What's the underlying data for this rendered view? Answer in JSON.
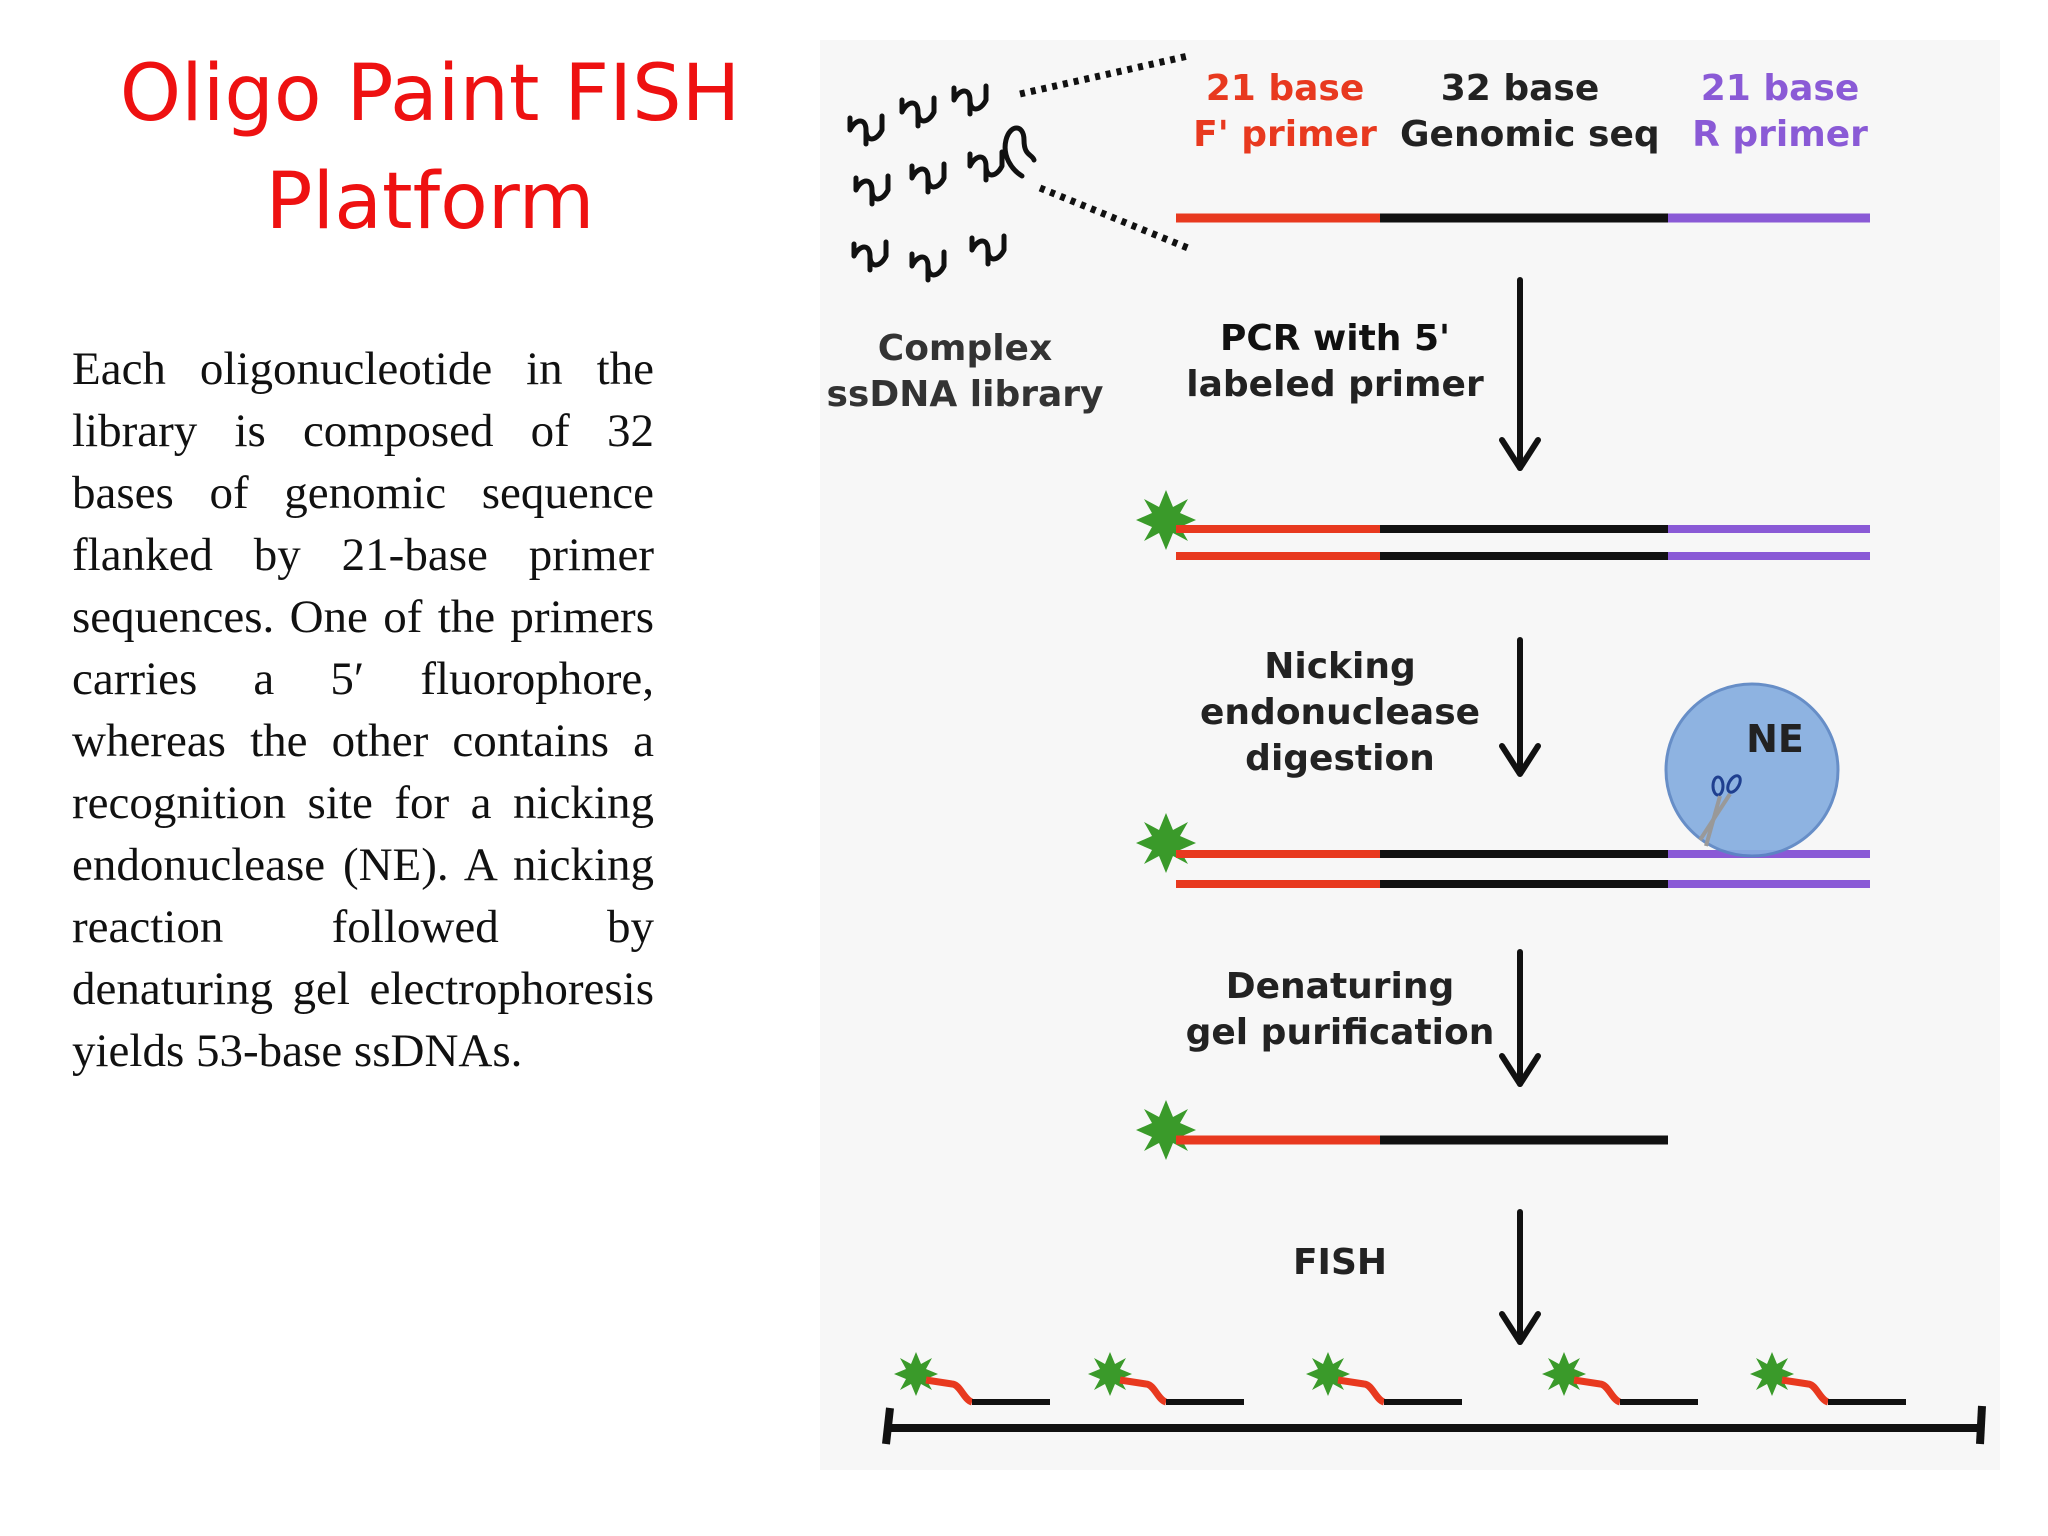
{
  "title": {
    "line1": "Oligo Paint FISH",
    "line2": "Platform"
  },
  "description": "Each oligonucleotide in the library is composed of 32 bases of genomic sequence flanked by 21-base primer sequences. One of the primers carries a 5′ fluorophore, whereas the other contains a recognition site for a nicking endonuclease (NE). A nicking reaction followed by denaturing gel electrophoresis yields 53-base ssDNAs.",
  "diagram": {
    "segments": {
      "f_primer": {
        "top": "21 base",
        "bottom": "F' primer"
      },
      "genomic": {
        "top": "32 base",
        "bottom": "Genomic seq"
      },
      "r_primer": {
        "top": "21 base",
        "bottom": "R primer"
      }
    },
    "library_label": {
      "line1": "Complex",
      "line2": "ssDNA library"
    },
    "steps": [
      {
        "line1": "PCR with 5'",
        "line2": "labeled primer"
      },
      {
        "line1": "Nicking",
        "line2": "endonuclease",
        "line3": "digestion"
      },
      {
        "line1": "Denaturing",
        "line2": "gel purification"
      },
      {
        "line1": "FISH"
      }
    ],
    "enzyme_label": "NE",
    "colors": {
      "f_primer": "#e8391f",
      "genomic": "#111111",
      "r_primer": "#8a5ad6",
      "fluorophore": "#3a9a2a",
      "enzyme": "#86aee0",
      "title": "#ee1111"
    }
  }
}
